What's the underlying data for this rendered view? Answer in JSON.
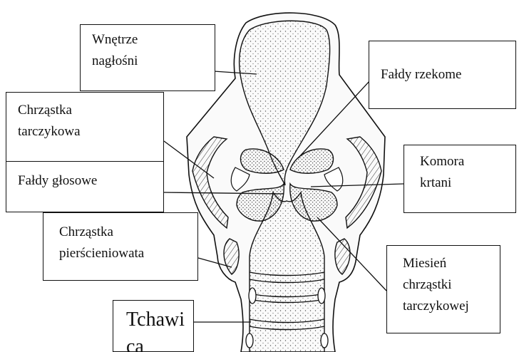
{
  "diagram": {
    "labels": {
      "wnetrze": [
        "Wnętrze",
        "nagłośni"
      ],
      "faldy_rzekome": [
        "Fałdy rzekome"
      ],
      "chrzastka_tarczykowa": [
        "Chrząstka",
        "tarczykowa"
      ],
      "faldy_glosowe": [
        "Fałdy głosowe"
      ],
      "komora": [
        "Komora",
        "krtani"
      ],
      "chrzastka_pierscieniowata": [
        "Chrząstka",
        "pierścieniowata"
      ],
      "miesien": [
        "Miesień",
        "chrząstki",
        "tarczykowej"
      ],
      "tchawica": [
        "Tchawi",
        "ca"
      ]
    },
    "colors": {
      "line": "#111111",
      "stipple": "#444444",
      "paper": "#ffffff"
    }
  }
}
